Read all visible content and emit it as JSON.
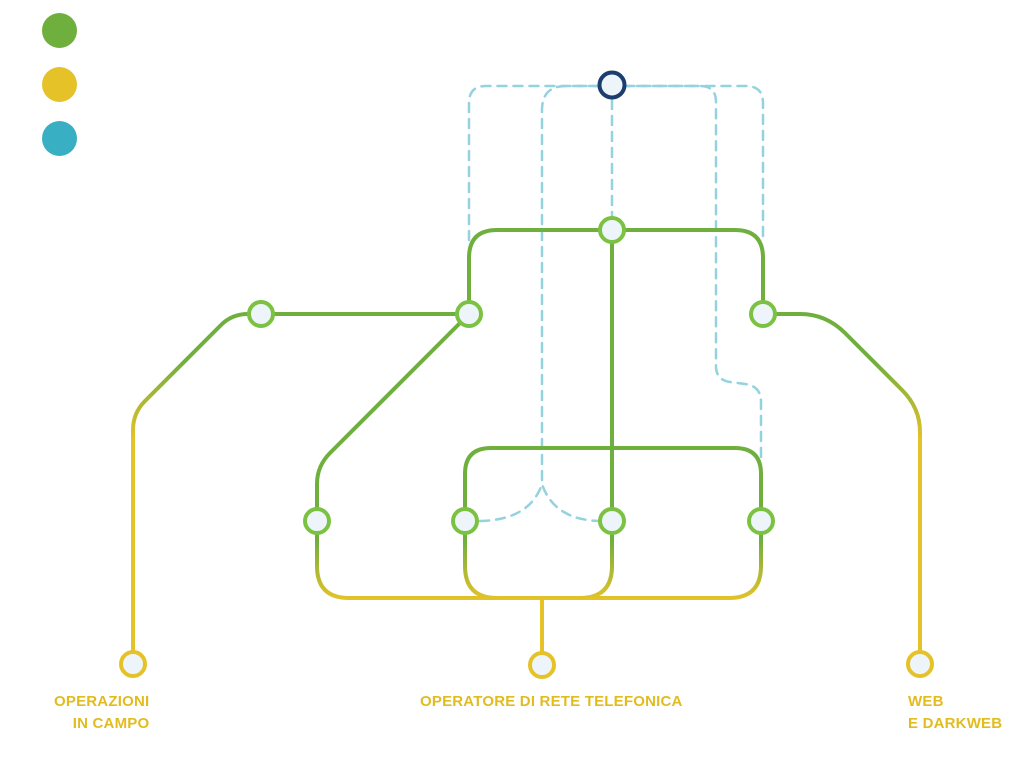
{
  "colors": {
    "green": "#6FAF3E",
    "yellow": "#E6C229",
    "teal": "#38AFC3",
    "dashed": "#93D2DE",
    "node_fill": "#EEF5FA",
    "node_border_green": "#7CC242",
    "root_border": "#1B3E6E",
    "label": "#E2BC1F"
  },
  "legend": [
    {
      "color_key": "green"
    },
    {
      "color_key": "yellow"
    },
    {
      "color_key": "teal"
    }
  ],
  "labels": {
    "left": {
      "line1": "OPERAZIONI",
      "line2": "IN CAMPO"
    },
    "center": {
      "line1": "OPERATORE DI RETE TELEFONICA"
    },
    "right": {
      "line1": "WEB",
      "line2": "E DARKWEB"
    }
  },
  "icons": {
    "root": "root-node-icon",
    "node": "station-node-icon",
    "terminal": "terminal-node-icon"
  }
}
